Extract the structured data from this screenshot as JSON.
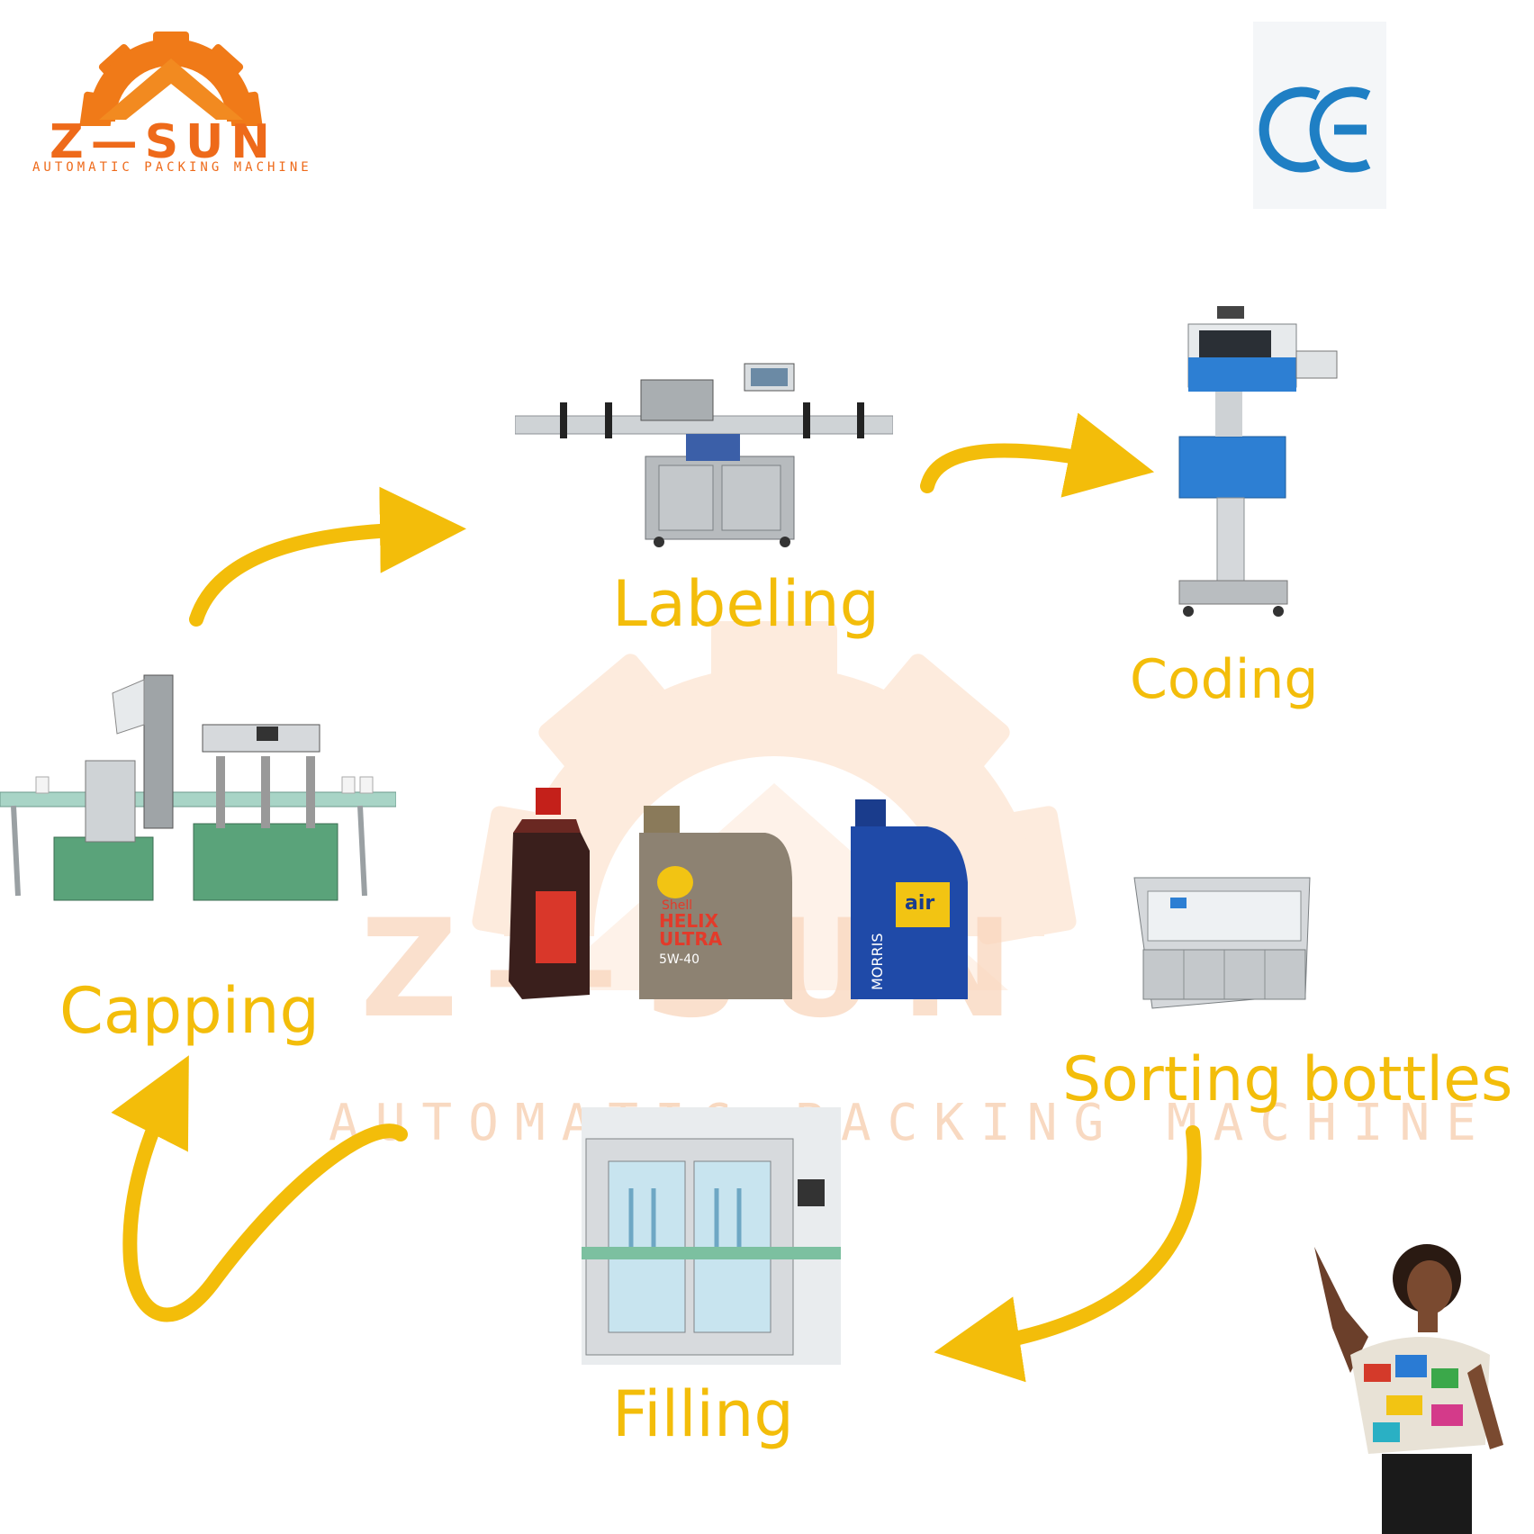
{
  "brand": {
    "name": "Z—SUN",
    "tagline": "AUTOMATIC PACKING MACHINE",
    "color": "#ee6a1a"
  },
  "certification": {
    "mark": "CE",
    "color": "#1f7fc4"
  },
  "steps": {
    "labeling": "Labeling",
    "coding": "Coding",
    "sorting": "Sorting bottles",
    "filling": "Filling",
    "capping": "Capping"
  },
  "watermark": {
    "name": "Z—SUN",
    "tagline": "AUTOMATIC PACKING MACHINE"
  },
  "products": {
    "bottle_2_brand": "Shell",
    "bottle_2_line1": "HELIX",
    "bottle_2_line2": "ULTRA",
    "bottle_2_grade": "5W-40",
    "bottle_3_line1": "air",
    "bottle_3_line2": "MORRIS"
  },
  "colors": {
    "arrow": "#f3bd0a",
    "label": "#f3bd0a",
    "machine_steel": "#b9bdc0",
    "machine_green": "#5aa37a",
    "coder_blue": "#2d7fd3"
  }
}
